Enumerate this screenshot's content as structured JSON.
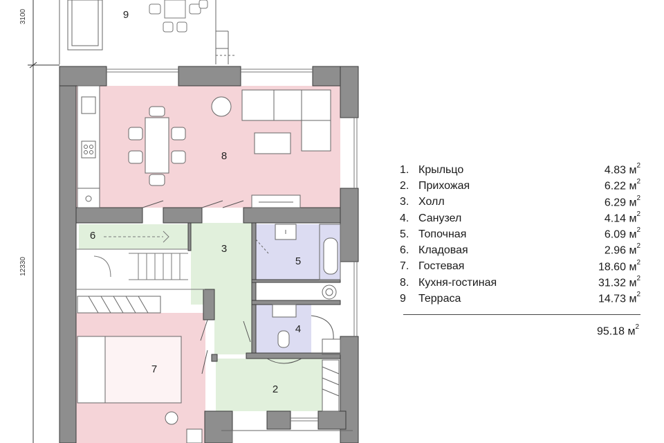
{
  "rooms": [
    {
      "num": "1.",
      "name": "Крыльцо",
      "area": "4.83"
    },
    {
      "num": "2.",
      "name": "Прихожая",
      "area": "6.22"
    },
    {
      "num": "3.",
      "name": "Холл",
      "area": "6.29"
    },
    {
      "num": "4.",
      "name": "Санузел",
      "area": "4.14"
    },
    {
      "num": "5.",
      "name": "Топочная",
      "area": "6.09"
    },
    {
      "num": "6.",
      "name": "Кладовая",
      "area": "2.96"
    },
    {
      "num": "7.",
      "name": "Гостевая",
      "area": "18.60"
    },
    {
      "num": "8.",
      "name": "Кухня-гостиная",
      "area": "31.32"
    },
    {
      "num": "9",
      "name": "Терраса",
      "area": "14.73"
    }
  ],
  "area_unit": "м",
  "area_unit_sup": "2",
  "total_area": "95.18",
  "dimensions": {
    "top": "3100",
    "main": "12330"
  },
  "plan_labels": {
    "r2": "2",
    "r3": "3",
    "r4": "4",
    "r5": "5",
    "r6": "6",
    "r7": "7",
    "r8": "8",
    "r9": "9"
  },
  "colors": {
    "wall": "#8e8e8e",
    "kitchen_living": "#f5d4d8",
    "guest_room": "#f5d4d8",
    "hall": "#e1f0dc",
    "entry": "#e1f0dc",
    "storage": "#e1f0dc",
    "bathroom": "#dcdcf2",
    "boiler_room": "#dcdcf2",
    "outline": "#555555"
  }
}
